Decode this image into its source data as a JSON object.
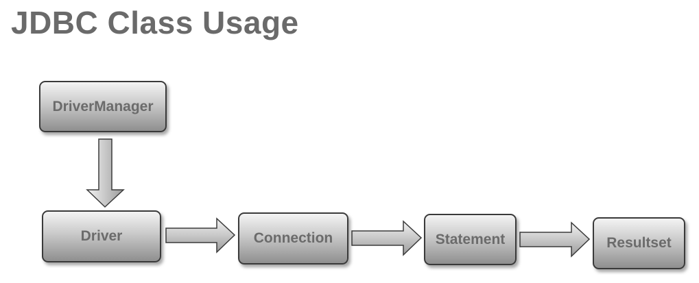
{
  "title": "JDBC Class Usage",
  "nodes": {
    "driver_manager": "DriverManager",
    "driver": "Driver",
    "connection": "Connection",
    "statement": "Statement",
    "resultset": "Resultset"
  },
  "edges": [
    {
      "from": "DriverManager",
      "to": "Driver"
    },
    {
      "from": "Driver",
      "to": "Connection"
    },
    {
      "from": "Connection",
      "to": "Statement"
    },
    {
      "from": "Statement",
      "to": "Resultset"
    }
  ]
}
